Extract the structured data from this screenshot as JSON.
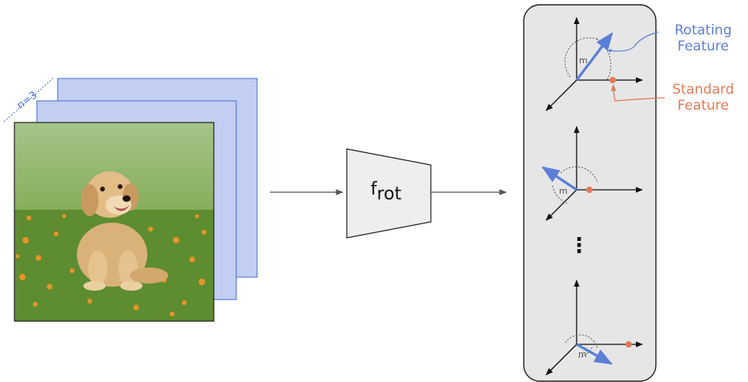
{
  "stack": {
    "count_label": "n=3"
  },
  "model": {
    "f": "f",
    "sub": "rot"
  },
  "legend": {
    "rotating_line1": "Rotating",
    "rotating_line2": "Feature",
    "standard_line1": "Standard",
    "standard_line2": "Feature"
  },
  "angle_marker": "m",
  "ellipsis": "⋮",
  "colors": {
    "rotating": "#5b7fd6",
    "standard": "#e07a56",
    "frame_fill": "#bfcdf0",
    "frame_border": "#5b7fd6",
    "panel_fill": "#e6e6e6"
  }
}
